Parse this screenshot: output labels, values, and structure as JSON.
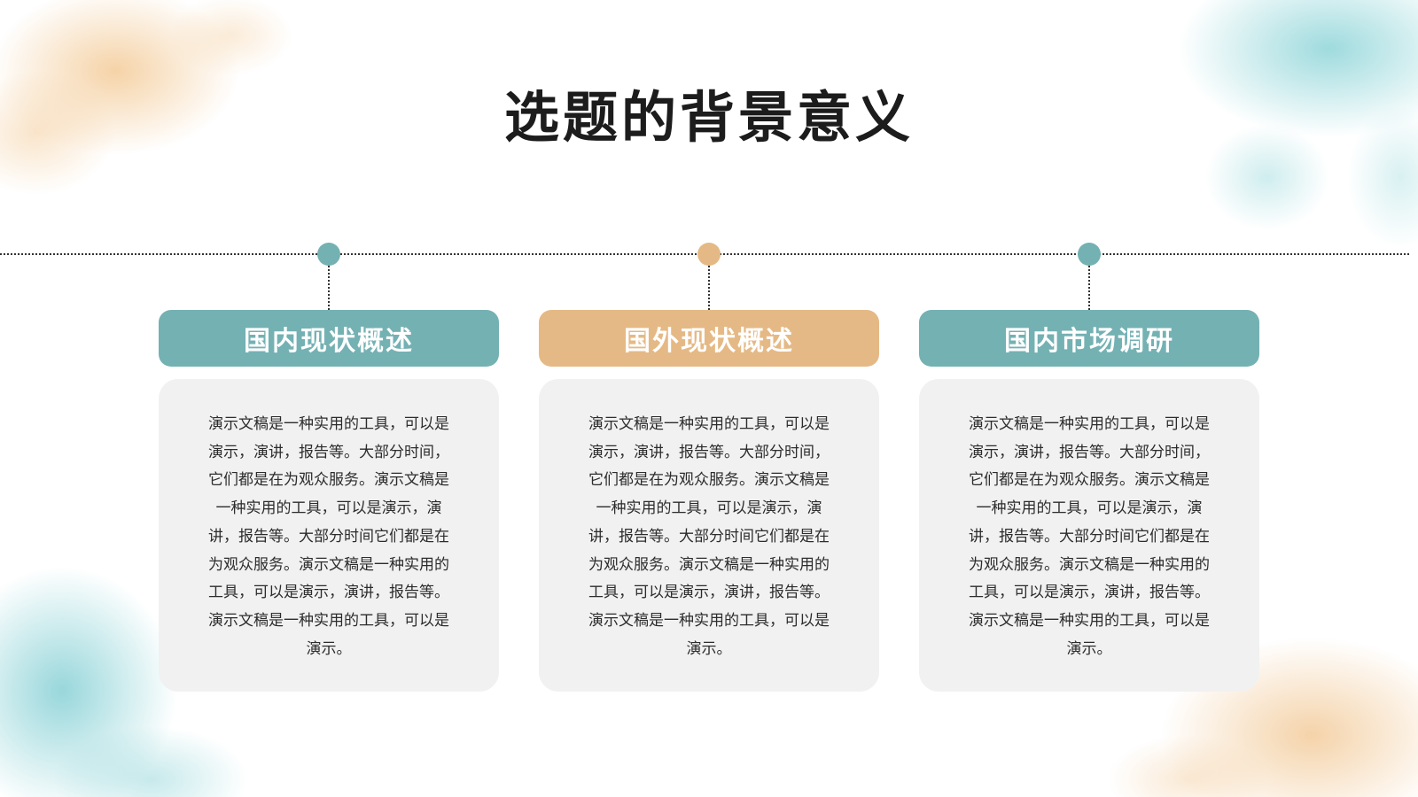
{
  "page": {
    "title": "选题的背景意义"
  },
  "colors": {
    "teal": "#74b1b3",
    "orange": "#e5b985",
    "card_bg": "#f1f1f1",
    "title": "#1c1c1c",
    "text": "#2c2c2c"
  },
  "cards": [
    {
      "heading": "国内现状概述",
      "accent": "teal",
      "body": "演示文稿是一种实用的工具，可以是演示，演讲，报告等。大部分时间，它们都是在为观众服务。演示文稿是一种实用的工具，可以是演示，演讲，报告等。大部分时间它们都是在为观众服务。演示文稿是一种实用的工具，可以是演示，演讲，报告等。演示文稿是一种实用的工具，可以是演示。"
    },
    {
      "heading": "国外现状概述",
      "accent": "orange",
      "body": "演示文稿是一种实用的工具，可以是演示，演讲，报告等。大部分时间，它们都是在为观众服务。演示文稿是一种实用的工具，可以是演示，演讲，报告等。大部分时间它们都是在为观众服务。演示文稿是一种实用的工具，可以是演示，演讲，报告等。演示文稿是一种实用的工具，可以是演示。"
    },
    {
      "heading": "国内市场调研",
      "accent": "teal",
      "body": "演示文稿是一种实用的工具，可以是演示，演讲，报告等。大部分时间，它们都是在为观众服务。演示文稿是一种实用的工具，可以是演示，演讲，报告等。大部分时间它们都是在为观众服务。演示文稿是一种实用的工具，可以是演示，演讲，报告等。演示文稿是一种实用的工具，可以是演示。"
    }
  ]
}
